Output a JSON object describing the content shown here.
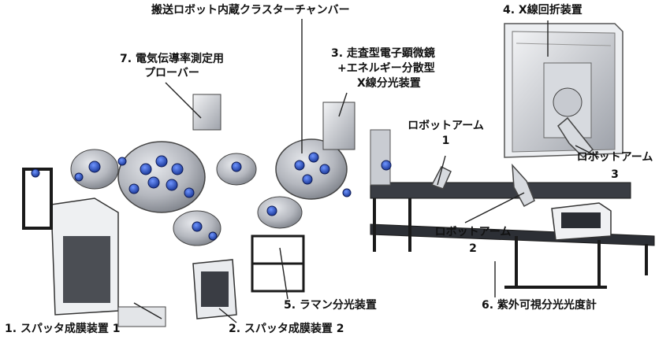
{
  "labels": {
    "cluster_chamber": "搬送ロボット内蔵クラスターチャンバー",
    "xrd": "4. X線回折装置",
    "probe_line1": "7. 電気伝導率測定用",
    "probe_line2": "プローバー",
    "sem_line1": "3. 走査型電子顕微鏡",
    "sem_line2": "+エネルギー分散型",
    "sem_line3": "X線分光装置",
    "robot1_name": "ロボットアーム",
    "robot1_num": "1",
    "robot3_name": "ロボットアーム",
    "robot3_num": "3",
    "robot2_name": "ロボットアーム",
    "robot2_num": "2",
    "raman": "5. ラマン分光装置",
    "uvvis": "6. 紫外可視分光光度計",
    "sputter1": "1. スパッタ成膜装置 1",
    "sputter2": "2. スパッタ成膜装置 2"
  },
  "colors": {
    "line": "#222222",
    "frame": "#1a1a1a",
    "steel": "#b9bcc2",
    "steel_dark": "#7d8088",
    "viewport": "#2f56c6",
    "cabinet": "#e9ebee"
  }
}
